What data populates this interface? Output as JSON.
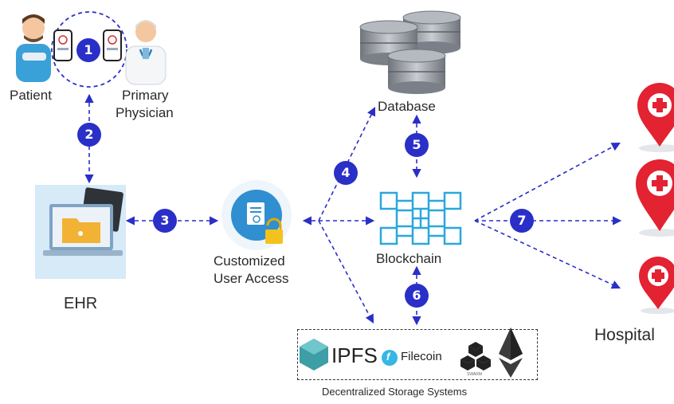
{
  "nodes": {
    "patient": "Patient",
    "physician_line1": "Primary",
    "physician_line2": "Physician",
    "ehr": "EHR",
    "access_line1": "Customized",
    "access_line2": "User Access",
    "database": "Database",
    "blockchain": "Blockchain",
    "hospital": "Hospital",
    "storage": "Decentralized Storage Systems"
  },
  "storage_logos": {
    "ipfs": "IPFS",
    "filecoin": "Filecoin",
    "filecoin_glyph": "f",
    "swarm": "SWARM"
  },
  "steps": [
    "1",
    "2",
    "3",
    "4",
    "5",
    "6",
    "7"
  ],
  "colors": {
    "accent": "#2a2fc8",
    "blockchain": "#29a8dd",
    "hospital_pin": "#e32232",
    "database": "#8a8f99",
    "ehr_folder": "#f2b233"
  }
}
